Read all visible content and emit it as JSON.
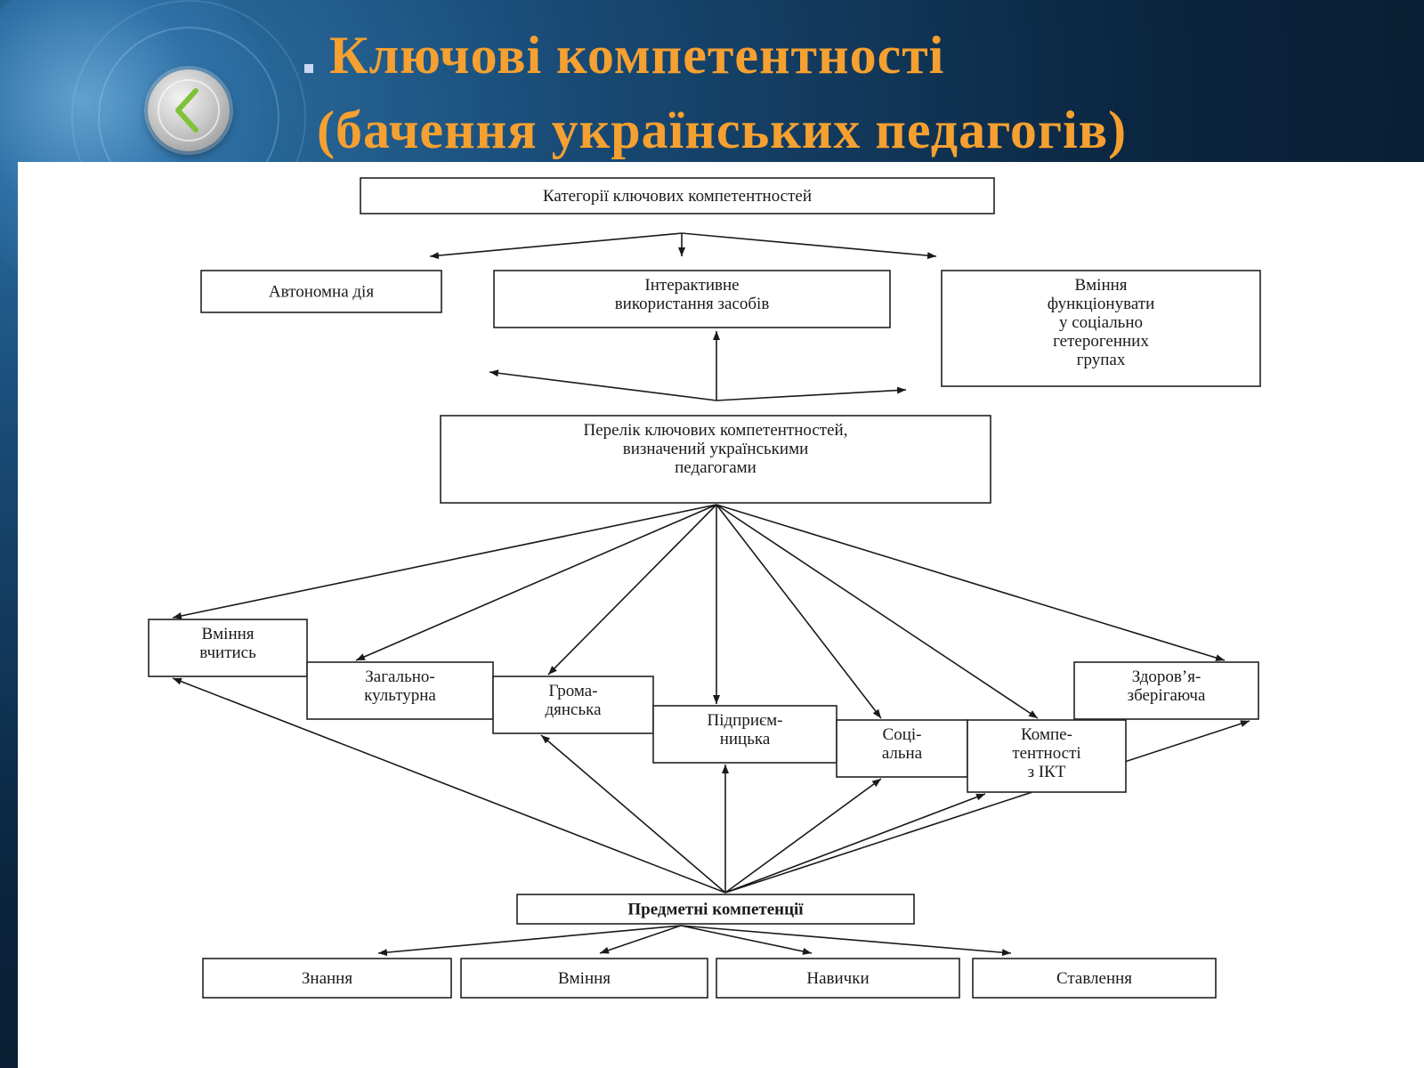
{
  "slide": {
    "title_line1": "Ключові компетентності",
    "title_line2": "(бачення українських педагогів)",
    "back_icon": "chevron-left-icon"
  },
  "diagram": {
    "nodes": [
      {
        "id": "categories",
        "lines": [
          "Категорії ключових компетентностей"
        ]
      },
      {
        "id": "autonomous",
        "lines": [
          "Автономна дія"
        ]
      },
      {
        "id": "interactive",
        "lines": [
          "Інтерактивне",
          "використання засобів"
        ]
      },
      {
        "id": "social-groups",
        "lines": [
          "Вміння",
          "функціонувати",
          "у соціально",
          "гетерогенних",
          "групах"
        ]
      },
      {
        "id": "list",
        "lines": [
          "Перелік ключових компетентностей,",
          "визначений українськими",
          "педагогами"
        ]
      },
      {
        "id": "learn",
        "lines": [
          "Вміння",
          "вчитись"
        ]
      },
      {
        "id": "cultural",
        "lines": [
          "Загально-",
          "культурна"
        ]
      },
      {
        "id": "civic",
        "lines": [
          "Грома-",
          "дянська"
        ]
      },
      {
        "id": "entrepreneur",
        "lines": [
          "Підприєм-",
          "ницька"
        ]
      },
      {
        "id": "social",
        "lines": [
          "Соці-",
          "альна"
        ]
      },
      {
        "id": "ict",
        "lines": [
          "Компе-",
          "тентності",
          "з ІКТ"
        ]
      },
      {
        "id": "health",
        "lines": [
          "Здоров’я-",
          "зберігаюча"
        ]
      },
      {
        "id": "subject",
        "lines": [
          "Предметні компетенції"
        ],
        "bold": true
      },
      {
        "id": "knowledge",
        "lines": [
          "Знання"
        ]
      },
      {
        "id": "skills",
        "lines": [
          "Вміння"
        ]
      },
      {
        "id": "habits",
        "lines": [
          "Навички"
        ]
      },
      {
        "id": "attitude",
        "lines": [
          "Ставлення"
        ]
      }
    ],
    "edges": [
      {
        "from": "categories",
        "to": "autonomous"
      },
      {
        "from": "categories",
        "to": "interactive"
      },
      {
        "from": "categories",
        "to": "social-groups"
      },
      {
        "from": "list",
        "to": "interactive"
      },
      {
        "from": "list",
        "to": "autonomous"
      },
      {
        "from": "list",
        "to": "social-groups"
      },
      {
        "from": "list",
        "to": "learn"
      },
      {
        "from": "list",
        "to": "cultural"
      },
      {
        "from": "list",
        "to": "civic"
      },
      {
        "from": "list",
        "to": "entrepreneur"
      },
      {
        "from": "list",
        "to": "social"
      },
      {
        "from": "list",
        "to": "ict"
      },
      {
        "from": "list",
        "to": "health"
      },
      {
        "from": "subject",
        "to": "learn"
      },
      {
        "from": "subject",
        "to": "civic"
      },
      {
        "from": "subject",
        "to": "entrepreneur"
      },
      {
        "from": "subject",
        "to": "social"
      },
      {
        "from": "subject",
        "to": "ict"
      },
      {
        "from": "subject",
        "to": "health"
      },
      {
        "from": "subject",
        "to": "knowledge"
      },
      {
        "from": "subject",
        "to": "skills"
      },
      {
        "from": "subject",
        "to": "habits"
      },
      {
        "from": "subject",
        "to": "attitude"
      }
    ]
  }
}
